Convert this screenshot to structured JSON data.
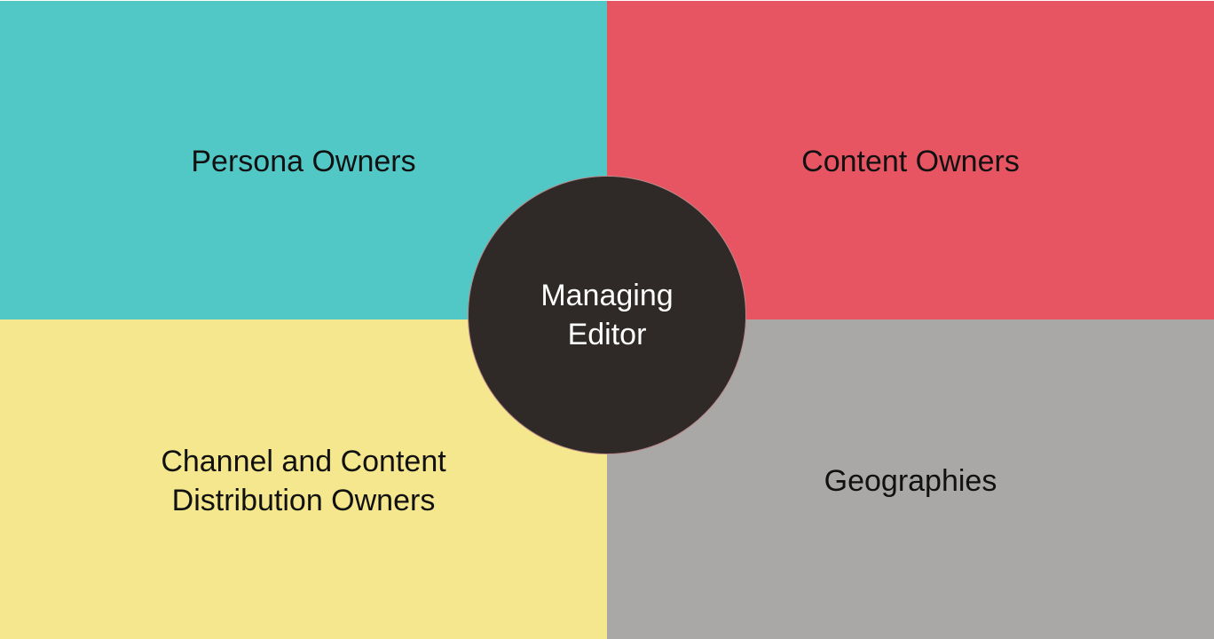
{
  "diagram": {
    "center": {
      "label": "Managing\nEditor",
      "color": "#2f2a27"
    },
    "quadrants": {
      "top_left": {
        "label": "Persona Owners",
        "color": "#52c8c6"
      },
      "top_right": {
        "label": "Content Owners",
        "color": "#e75562"
      },
      "bottom_left": {
        "label": "Channel and Content\nDistribution Owners",
        "color": "#f5e78d"
      },
      "bottom_right": {
        "label": "Geographies",
        "color": "#a9a8a7"
      }
    }
  }
}
